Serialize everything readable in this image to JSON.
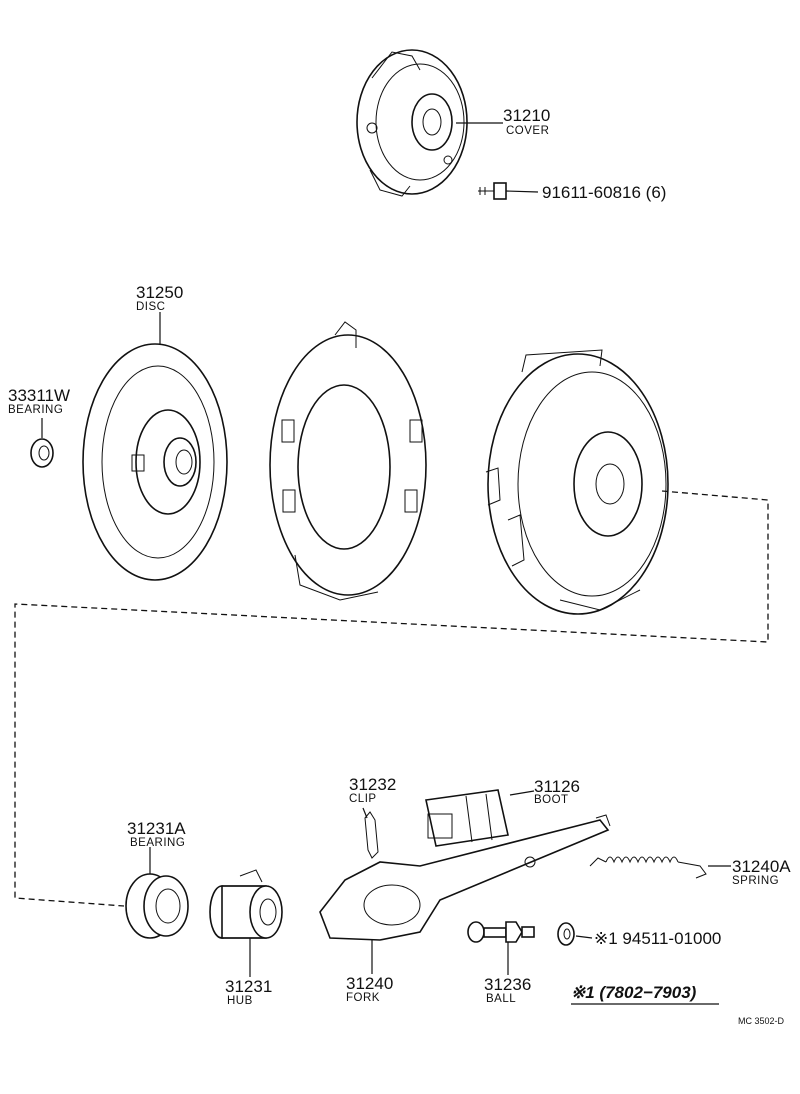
{
  "parts": [
    {
      "id": "cover",
      "number": "31210",
      "name": "COVER"
    },
    {
      "id": "bolt",
      "number": "91611-60816 (6)",
      "name": ""
    },
    {
      "id": "disc",
      "number": "31250",
      "name": "DISC"
    },
    {
      "id": "pilot-bearing",
      "number": "33311W",
      "name": "BEARING"
    },
    {
      "id": "clip",
      "number": "31232",
      "name": "CLIP"
    },
    {
      "id": "boot",
      "number": "31126",
      "name": "BOOT"
    },
    {
      "id": "release-bearing",
      "number": "31231A",
      "name": "BEARING"
    },
    {
      "id": "spring",
      "number": "31240A",
      "name": "SPRING"
    },
    {
      "id": "hub",
      "number": "31231",
      "name": "HUB"
    },
    {
      "id": "fork",
      "number": "31240",
      "name": "FORK"
    },
    {
      "id": "ball",
      "number": "31236",
      "name": "BALL"
    }
  ],
  "washer_note": "※1 94511-01000",
  "production_note": "※1 (7802−7903)",
  "diagram_code": "MC 3502-D"
}
